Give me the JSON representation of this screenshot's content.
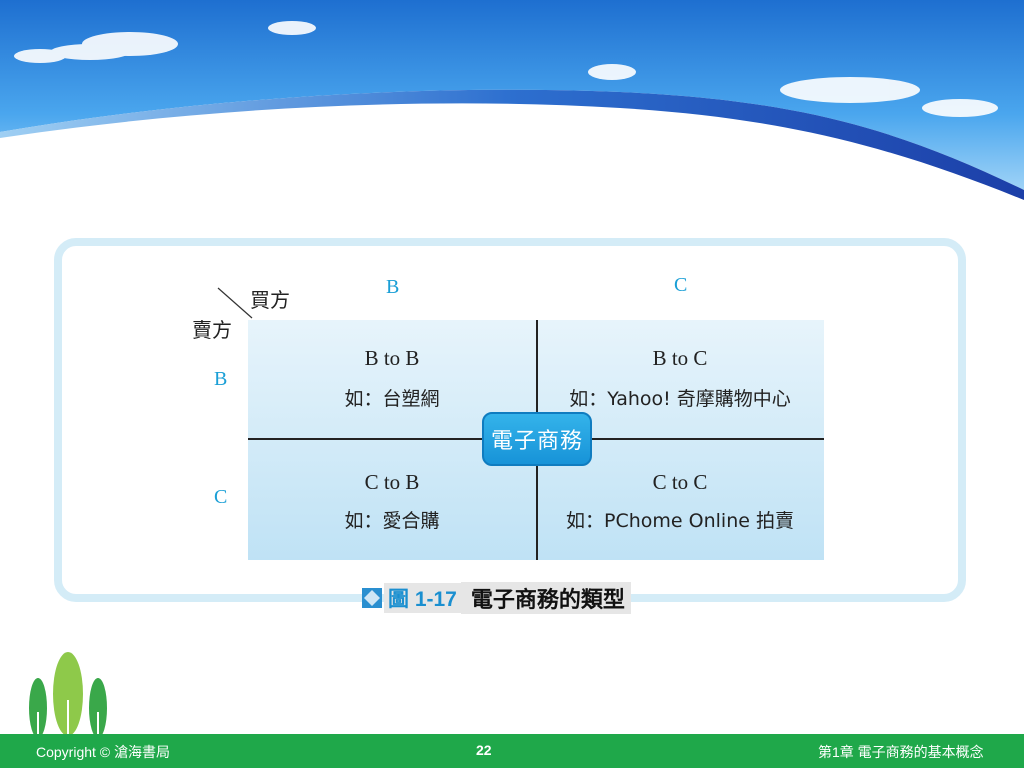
{
  "diagram": {
    "buyer_label": "買方",
    "seller_label": "賣方",
    "col_headers": [
      "B",
      "C"
    ],
    "row_headers": [
      "B",
      "C"
    ],
    "center": "電子商務",
    "cells": [
      {
        "title": "B to B",
        "example": "如：台塑網"
      },
      {
        "title": "B to C",
        "example": "如：Yahoo! 奇摩購物中心"
      },
      {
        "title": "C to B",
        "example": "如：愛合購"
      },
      {
        "title": "C to C",
        "example": "如：PChome Online 拍賣"
      }
    ]
  },
  "caption": {
    "figure_label": "圖 1-17",
    "text": "電子商務的類型"
  },
  "footer": {
    "copyright": "Copyright © 滄海書局",
    "page_number": "22",
    "chapter": "第1章 電子商務的基本概念"
  },
  "colors": {
    "accent": "#1a9fd6",
    "footer": "#1fa84a",
    "frame": "#d4ecf7"
  }
}
